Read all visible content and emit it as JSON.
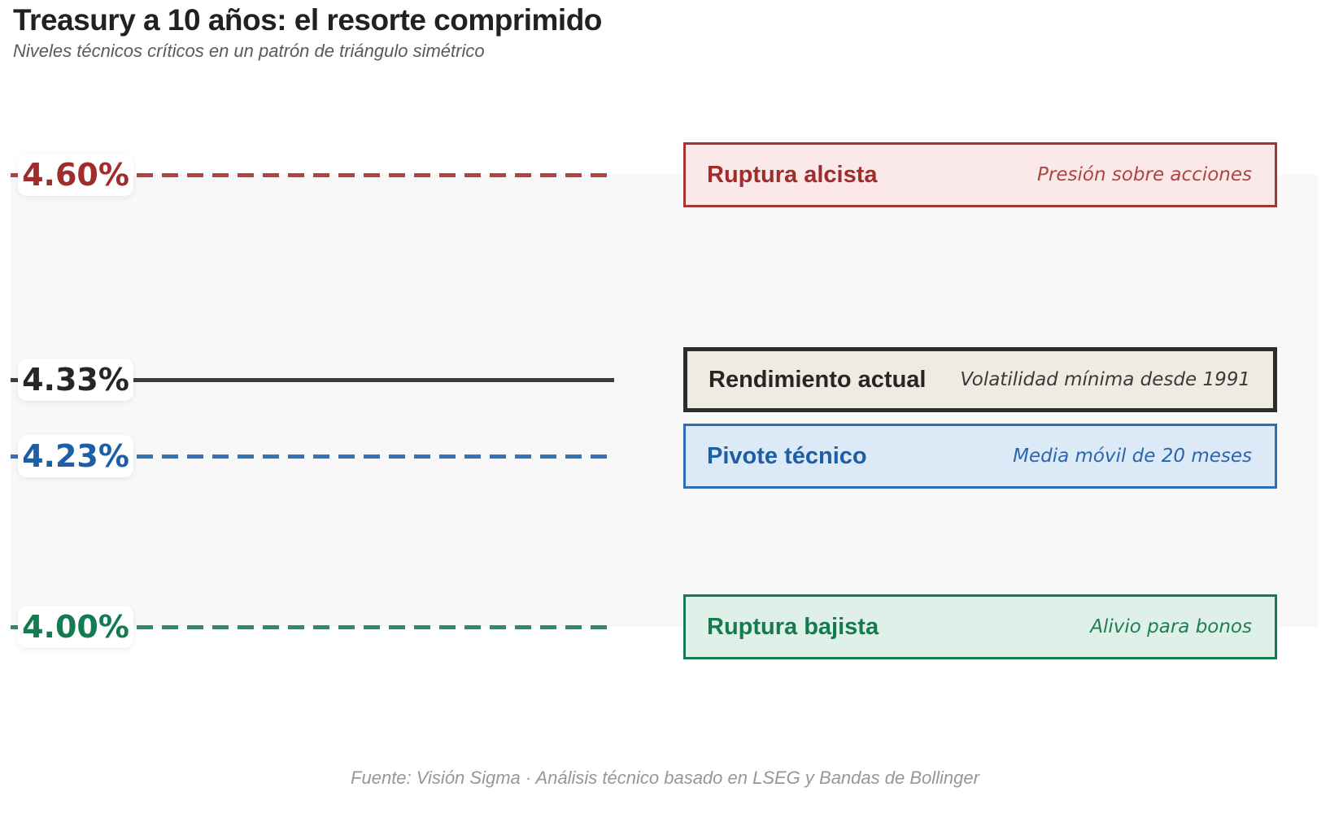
{
  "header": {
    "title": "Treasury a 10 años: el resorte comprimido",
    "subtitle": "Niveles técnicos críticos en un patrón de triángulo simétrico"
  },
  "footer": {
    "source": "Fuente: Visión Sigma · Análisis técnico basado en LSEG y Bandas de Bollinger"
  },
  "palette": {
    "background": "#ffffff",
    "band_bg": "#f8f8f8",
    "red_line": "#b04444",
    "red_box_bg": "#fbe8e8",
    "red_box_border": "#a73535",
    "dark_line": "#3d3d3d",
    "dark_box_bg": "#efebe2",
    "dark_box_border": "#2d2d2d",
    "blue_line": "#3573b4",
    "blue_box_bg": "#dce9f7",
    "blue_box_border": "#2f6db8",
    "green_line": "#2f8a66",
    "green_box_bg": "#def0e8",
    "green_box_border": "#157c52",
    "footer_text": "#979797"
  },
  "chart_data": {
    "type": "line",
    "title": "Treasury a 10 años: el resorte comprimido",
    "subtitle": "Niveles técnicos críticos en un patrón de triángulo simétrico",
    "ylim": [
      3.87,
      4.72
    ],
    "shaded_band": [
      4.0,
      4.6
    ],
    "grid": false,
    "legend_position": "none",
    "levels": [
      {
        "value": 4.6,
        "label": "4.60%",
        "name": "Ruptura alcista",
        "note": "Presión sobre acciones",
        "line_style": "dashed",
        "color": "#b04444"
      },
      {
        "value": 4.33,
        "label": "4.33%",
        "name": "Rendimiento actual",
        "note": "Volatilidad mínima desde 1991",
        "line_style": "solid",
        "color": "#3d3d3d"
      },
      {
        "value": 4.23,
        "label": "4.23%",
        "name": "Pivote técnico",
        "note": "Media móvil de 20 meses",
        "line_style": "dashed",
        "color": "#3573b4"
      },
      {
        "value": 4.0,
        "label": "4.00%",
        "name": "Ruptura bajista",
        "note": "Alivio para bonos",
        "line_style": "dashed",
        "color": "#2f8a66"
      }
    ]
  }
}
